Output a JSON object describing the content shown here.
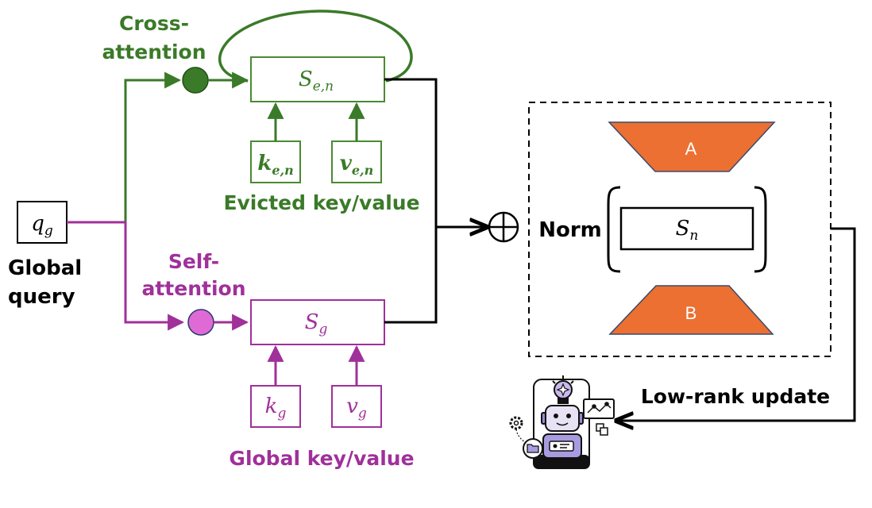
{
  "colors": {
    "green": "#3a7a28",
    "green_box": "#4a8a32",
    "purple": "#a0309a",
    "orchid": "#df6ad6",
    "orange": "#ec7032",
    "orange_edge": "#3a4a6a",
    "black": "#000000"
  },
  "labels": {
    "cross_attention_line1": "Cross-",
    "cross_attention_line2": "attention",
    "self_attention_line1": "Self-",
    "self_attention_line2": "attention",
    "global_query_line1": "Global",
    "global_query_line2": "query",
    "evicted_kv": "Evicted key/value",
    "global_kv": "Global key/value",
    "norm": "Norm",
    "low_rank_update": "Low-rank update"
  },
  "symbols": {
    "q_g": {
      "base": "q",
      "sub": "g"
    },
    "s_en": {
      "base": "S",
      "sub": "e,n"
    },
    "k_en": {
      "base": "k",
      "sub": "e,n"
    },
    "v_en": {
      "base": "v",
      "sub": "e,n"
    },
    "s_g": {
      "base": "S",
      "sub": "g"
    },
    "k_g": {
      "base": "k",
      "sub": "g"
    },
    "v_g": {
      "base": "v",
      "sub": "g"
    },
    "s_n": {
      "base": "S",
      "sub": "n"
    }
  },
  "trapezoids": {
    "top": "A",
    "bottom": "B"
  },
  "icons": {
    "sum_node": "circled-plus-icon",
    "agent_illustration": "robot-assistant-icon"
  }
}
